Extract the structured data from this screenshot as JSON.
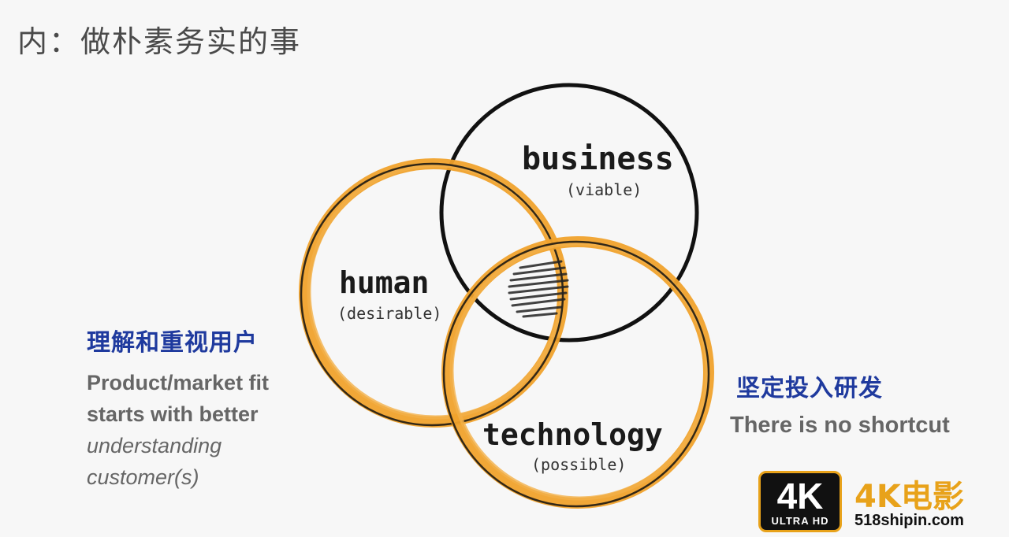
{
  "title": "内：做朴素务实的事",
  "venn": {
    "business": {
      "label": "business",
      "sub": "(viable)"
    },
    "human": {
      "label": "human",
      "sub": "(desirable)"
    },
    "technology": {
      "label": "technology",
      "sub": "(possible)"
    },
    "colors": {
      "highlight": "#f0a22c",
      "outline": "#111111"
    }
  },
  "left_note": {
    "heading": "理解和重视用户",
    "line1": "Product/market fit",
    "line2": "starts with better",
    "line3": "understanding",
    "line4": "customer(s)"
  },
  "right_note": {
    "heading": "坚定投入研发",
    "line1": "There is no shortcut"
  },
  "watermark": {
    "badge_big": "4K",
    "badge_small": "ULTRA HD",
    "brand": "4K电影",
    "url": "518shipin.com"
  }
}
